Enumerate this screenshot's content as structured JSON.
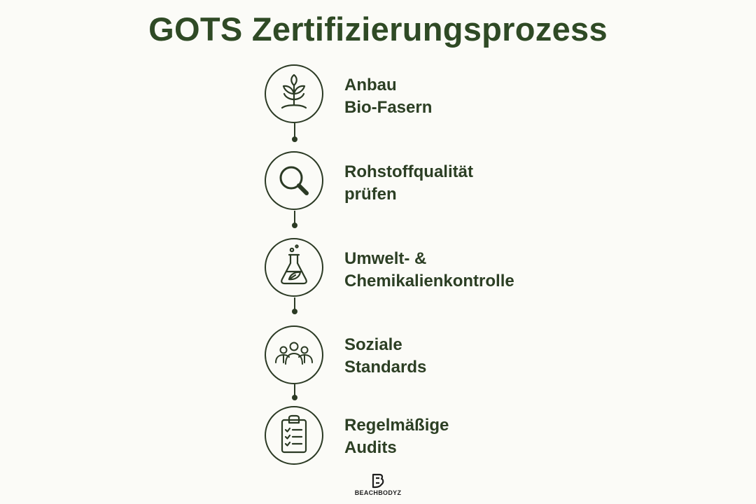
{
  "title": "GOTS Zertifizierungsprozess",
  "colors": {
    "background": "#fbfbf7",
    "title": "#2f4a25",
    "text": "#2c3f24",
    "line": "#2b3a24"
  },
  "steps": [
    {
      "icon": "sprout-icon",
      "line1": "Anbau",
      "line2": "Bio-Fasern"
    },
    {
      "icon": "magnifier-icon",
      "line1": "Rohstoffqualität",
      "line2": "prüfen"
    },
    {
      "icon": "flask-icon",
      "line1": "Umwelt- &",
      "line2": "Chemikalienkontrolle"
    },
    {
      "icon": "people-icon",
      "line1": "Soziale",
      "line2": "Standards"
    },
    {
      "icon": "clipboard-checklist-icon",
      "line1": "Regelmäßige",
      "line2": "Audits"
    }
  ],
  "brand": {
    "icon": "beachbodyz-logo-icon",
    "name": "BEACHBODYZ"
  }
}
